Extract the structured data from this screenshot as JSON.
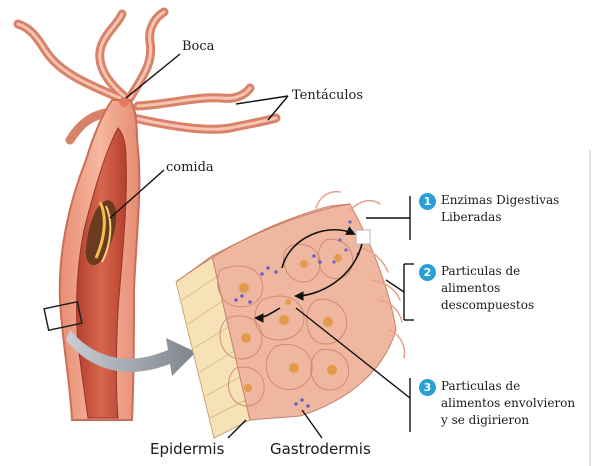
{
  "labels": {
    "boca": "Boca",
    "tentaculos": "Tentáculos",
    "comida": "comida",
    "epidermis": "Epidermis",
    "gastrodermis": "Gastrodermis"
  },
  "steps": [
    {
      "number": "1",
      "text": "Enzimas Digestivas\nLiberadas"
    },
    {
      "number": "2",
      "text": "Particulas de\nalimentos\ndescompuestos"
    },
    {
      "number": "3",
      "text": "Particulas de\nalimentos envolvieron\ny se digirieron"
    }
  ],
  "colors": {
    "body_fill": "#f2a58a",
    "body_outline": "#c96e58",
    "gut_fill": "#c9503d",
    "epidermis_fill": "#f7e2b8",
    "gastro_fill": "#f0b7a0",
    "cell_nucleus": "#e39a4a",
    "enzyme_dots": "#6a62c9",
    "step_badge": "#2a9fd6",
    "arrow_gray": "#8a9097"
  }
}
